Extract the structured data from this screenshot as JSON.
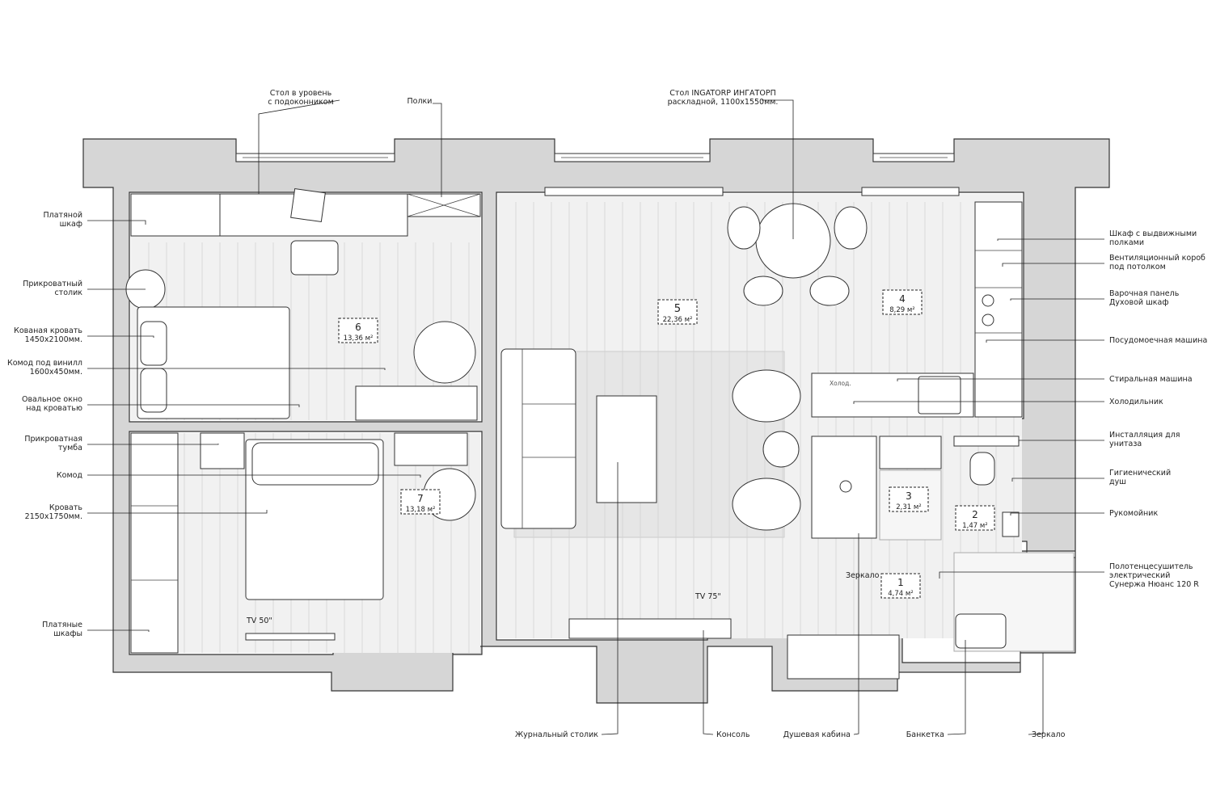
{
  "labels_left": [
    {
      "key": "wardrobe_top",
      "lines": [
        "Платяной",
        "шкаф"
      ]
    },
    {
      "key": "nightstand_table",
      "lines": [
        "Прикроватный",
        "столик"
      ]
    },
    {
      "key": "forged_bed",
      "lines": [
        "Кованая кровать",
        "1450x2100мм."
      ]
    },
    {
      "key": "vinyl_dresser",
      "lines": [
        "Комод под винилл",
        "1600x450мм."
      ]
    },
    {
      "key": "oval_window",
      "lines": [
        "Овальное окно",
        "над кроватью"
      ]
    },
    {
      "key": "bedside_cabinet",
      "lines": [
        "Прикроватная",
        "тумба"
      ]
    },
    {
      "key": "dresser",
      "lines": [
        "Комод"
      ]
    },
    {
      "key": "bed",
      "lines": [
        "Кровать",
        "2150x1750мм."
      ]
    },
    {
      "key": "wardrobes",
      "lines": [
        "Платяные",
        "шкафы"
      ]
    }
  ],
  "labels_top": [
    {
      "key": "desk",
      "lines": [
        "Стол в уровень",
        "с подоконником"
      ]
    },
    {
      "key": "shelves",
      "lines": [
        "Полки"
      ]
    },
    {
      "key": "dining_table",
      "lines": [
        "Стол INGATORP ИНГАТОРП",
        "раскладной, 1100x1550мм."
      ]
    }
  ],
  "labels_right": [
    {
      "key": "drawer_cabinet",
      "lines": [
        "Шкаф с выдвижными",
        "полками"
      ]
    },
    {
      "key": "vent_box",
      "lines": [
        "Вентиляционный короб",
        "под потолком"
      ]
    },
    {
      "key": "cooktop",
      "lines": [
        "Варочная панель",
        "Духовой шкаф"
      ]
    },
    {
      "key": "dishwasher",
      "lines": [
        "Посудомоечная машина"
      ]
    },
    {
      "key": "washer",
      "lines": [
        "Стиральная машина"
      ]
    },
    {
      "key": "fridge",
      "lines": [
        "Холодильник"
      ]
    },
    {
      "key": "toilet_install",
      "lines": [
        "Инсталляция для",
        "унитаза"
      ]
    },
    {
      "key": "hygienic_shower",
      "lines": [
        "Гигиенический",
        "душ"
      ]
    },
    {
      "key": "washbasin",
      "lines": [
        "Рукомойник"
      ]
    },
    {
      "key": "towel_dryer",
      "lines": [
        "Полотенцесушитель",
        "электрический",
        "Сунержа Нюанс 120 R"
      ]
    }
  ],
  "labels_bottom": [
    {
      "key": "coffee_table",
      "lines": [
        "Журнальный столик"
      ]
    },
    {
      "key": "console",
      "lines": [
        "Консоль"
      ]
    },
    {
      "key": "shower_cabin",
      "lines": [
        "Душевая кабина"
      ]
    },
    {
      "key": "bench",
      "lines": [
        "Банкетка"
      ]
    },
    {
      "key": "mirror_bottom",
      "lines": [
        "Зеркало"
      ]
    }
  ],
  "inline_labels": {
    "tv50": "TV 50\"",
    "tv75": "TV 75\"",
    "mirror_hall": "Зеркало",
    "fridge_tag": "Холод."
  },
  "rooms": [
    {
      "num": "6",
      "area": "13,36 м²"
    },
    {
      "num": "5",
      "area": "22,36 м²"
    },
    {
      "num": "4",
      "area": "8,29 м²"
    },
    {
      "num": "7",
      "area": "13,18 м²"
    },
    {
      "num": "3",
      "area": "2,31 м²"
    },
    {
      "num": "2",
      "area": "1,47 м²"
    },
    {
      "num": "1",
      "area": "4,74 м²"
    }
  ],
  "colors": {
    "wall": "#d6d6d6",
    "line": "#333333",
    "floor": "#f1f1f1"
  }
}
